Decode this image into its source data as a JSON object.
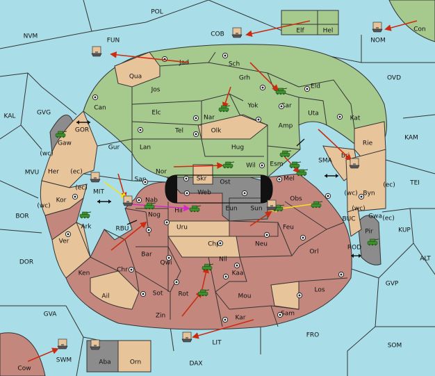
{
  "colors": {
    "sea": "#a9dde8",
    "green": "#a6c98e",
    "tan": "#e8c49b",
    "rose": "#c4877d",
    "gray": "#8c8c8c",
    "black": "#111111",
    "unit": "#3f8f2f",
    "move_red": "#cc2b10",
    "move_yellow": "#f4e21c",
    "move_magenta": "#d22bc8",
    "border": "#333333"
  },
  "sea_labels": {
    "POL": "POL",
    "NVM": "NVM",
    "FUN": "FUN",
    "COB": "COB",
    "NOM": "NOM",
    "OVD": "OVD",
    "KAL": "KAL",
    "GVG": "GVG",
    "GOR": "GOR",
    "KAM": "KAM",
    "MVU": "MVU",
    "SMA": "SMA",
    "TEI": "TEI",
    "MIT": "MIT",
    "BOR": "BOR",
    "RBU": "RBU",
    "BUC": "BUC",
    "KUP": "KUP",
    "DOR": "DOR",
    "ROD": "ROD",
    "ALT": "ALT",
    "GVP": "GVP",
    "GVA": "GVA",
    "FRO": "FRO",
    "SOM": "SOM",
    "LIT": "LIT",
    "SWM": "SWM",
    "DAX": "DAX"
  },
  "land_labels": {
    "Elf": "Elf",
    "Hel": "Hel",
    "Con": "Con",
    "Jad": "Jad",
    "Sch": "Sch",
    "Qua": "Qua",
    "Jos": "Jos",
    "Grh": "Grh",
    "Eld": "Eld",
    "Can": "Can",
    "Car": "Car",
    "Nar": "Nar",
    "Yok": "Yok",
    "Uta": "Uta",
    "Elc": "Elc",
    "Amp": "Amp",
    "Kat": "Kat",
    "Tel": "Tel",
    "Olk": "Olk",
    "Gaw": "Gaw",
    "Gur": "Gur",
    "Lan": "Lan",
    "Hug": "Hug",
    "Rie": "Rie",
    "Bri": "Bri",
    "Her": "Her",
    "Nor": "Nor",
    "Wil": "Wil",
    "Esm": "Esm",
    "Skr": "Skr",
    "Ost": "Ost",
    "Sap": "Sap",
    "Web": "Web",
    "Mel": "Mel",
    "Kor": "Kor",
    "Nab": "Nab",
    "Obs": "Obs",
    "Byn": "Byn",
    "Eun": "Eun",
    "Hil": "Hil",
    "Sun": "Sun",
    "Gwa": "Gwa",
    "Ark": "Ark",
    "Nog": "Nog",
    "Uru": "Uru",
    "Feu": "Feu",
    "Pir": "Pir",
    "Ver": "Ver",
    "Chp": "Chp",
    "Neu": "Neu",
    "Orl": "Orl",
    "Bar": "Bar",
    "Qwi": "Qwi",
    "Nil": "Nil",
    "Ken": "Ken",
    "Chr": "Chr",
    "Kaa": "Kaa",
    "Los": "Los",
    "Ail": "Ail",
    "Sot": "Sot",
    "Rot": "Rot",
    "Mou": "Mou",
    "Zin": "Zin",
    "Sam": "Sam",
    "Kar": "Kar",
    "Cow": "Cow",
    "Aba": "Aba",
    "Orn": "Orn"
  },
  "coast_labels": {
    "wc_gaw": "(wc)",
    "ec_her": "(ec)",
    "wc_kor": "(wc)",
    "ec_kor": "(ec)",
    "wc_byn": "(wc)",
    "ec_byn": "(ec)",
    "wc_gwa": "(wc)",
    "ec_gwa": "(ec)"
  },
  "icons": {
    "army": "tank-icon",
    "fleet": "ship-icon",
    "supply_center": "supply-center-icon",
    "two_way": "double-arrow-icon"
  }
}
